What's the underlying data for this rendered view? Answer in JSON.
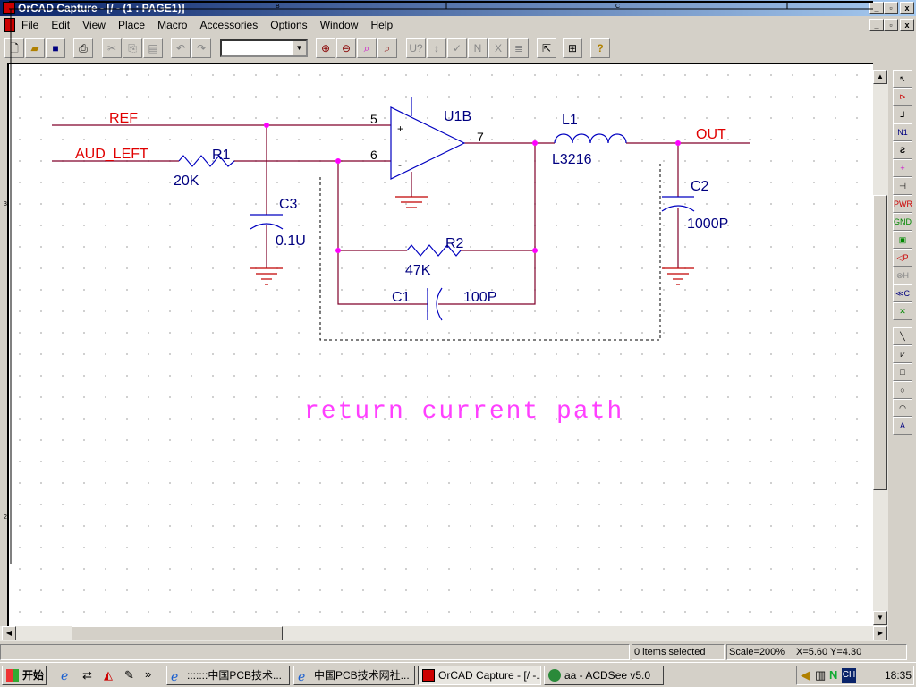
{
  "window": {
    "title": "OrCAD Capture - [/ - (1 : PAGE1)]",
    "min": "_",
    "restore": "▫",
    "close": "x"
  },
  "menu": [
    "File",
    "Edit",
    "View",
    "Place",
    "Macro",
    "Accessories",
    "Options",
    "Window",
    "Help"
  ],
  "toolbar": {
    "zoom_select_value": ""
  },
  "ruler": {
    "b": "B",
    "c": "C",
    "left_3": "3",
    "left_2": "2"
  },
  "schematic": {
    "nets": {
      "ref": "REF",
      "aud_left": "AUD_LEFT",
      "out": "OUT"
    },
    "parts": {
      "r1": {
        "ref": "R1",
        "value": "20K"
      },
      "r2": {
        "ref": "R2",
        "value": "47K"
      },
      "c1": {
        "ref": "C1",
        "value": "100P"
      },
      "c2": {
        "ref": "C2",
        "value": "1000P"
      },
      "c3": {
        "ref": "C3",
        "value": "0.1U"
      },
      "l1": {
        "ref": "L1",
        "value": "L3216"
      },
      "u1b": {
        "ref": "U1B",
        "pin_plus": "5",
        "pin_minus": "6",
        "pin_out": "7",
        "plus_sign": "+",
        "minus_sign": "-"
      }
    },
    "annotation": "return current path",
    "colors": {
      "wire": "#80002a",
      "net_label": "#e00000",
      "part_label": "#000080",
      "junction": "#ff00ff",
      "annotation": "#ff40ff",
      "body": "#0000c0",
      "ground": "#c00000"
    }
  },
  "status": {
    "selection": "0 items selected",
    "scale": "Scale=200%",
    "coords": "X=5.60  Y=4.30"
  },
  "taskbar": {
    "start": "开始",
    "tasks": [
      ":::::::中国PCB技术...",
      "中国PCB技术网社...",
      "OrCAD Capture - [/ -...",
      "aa - ACDSee v5.0"
    ],
    "active_task": 2,
    "tray_lang": "CH",
    "clock": "18:35"
  }
}
